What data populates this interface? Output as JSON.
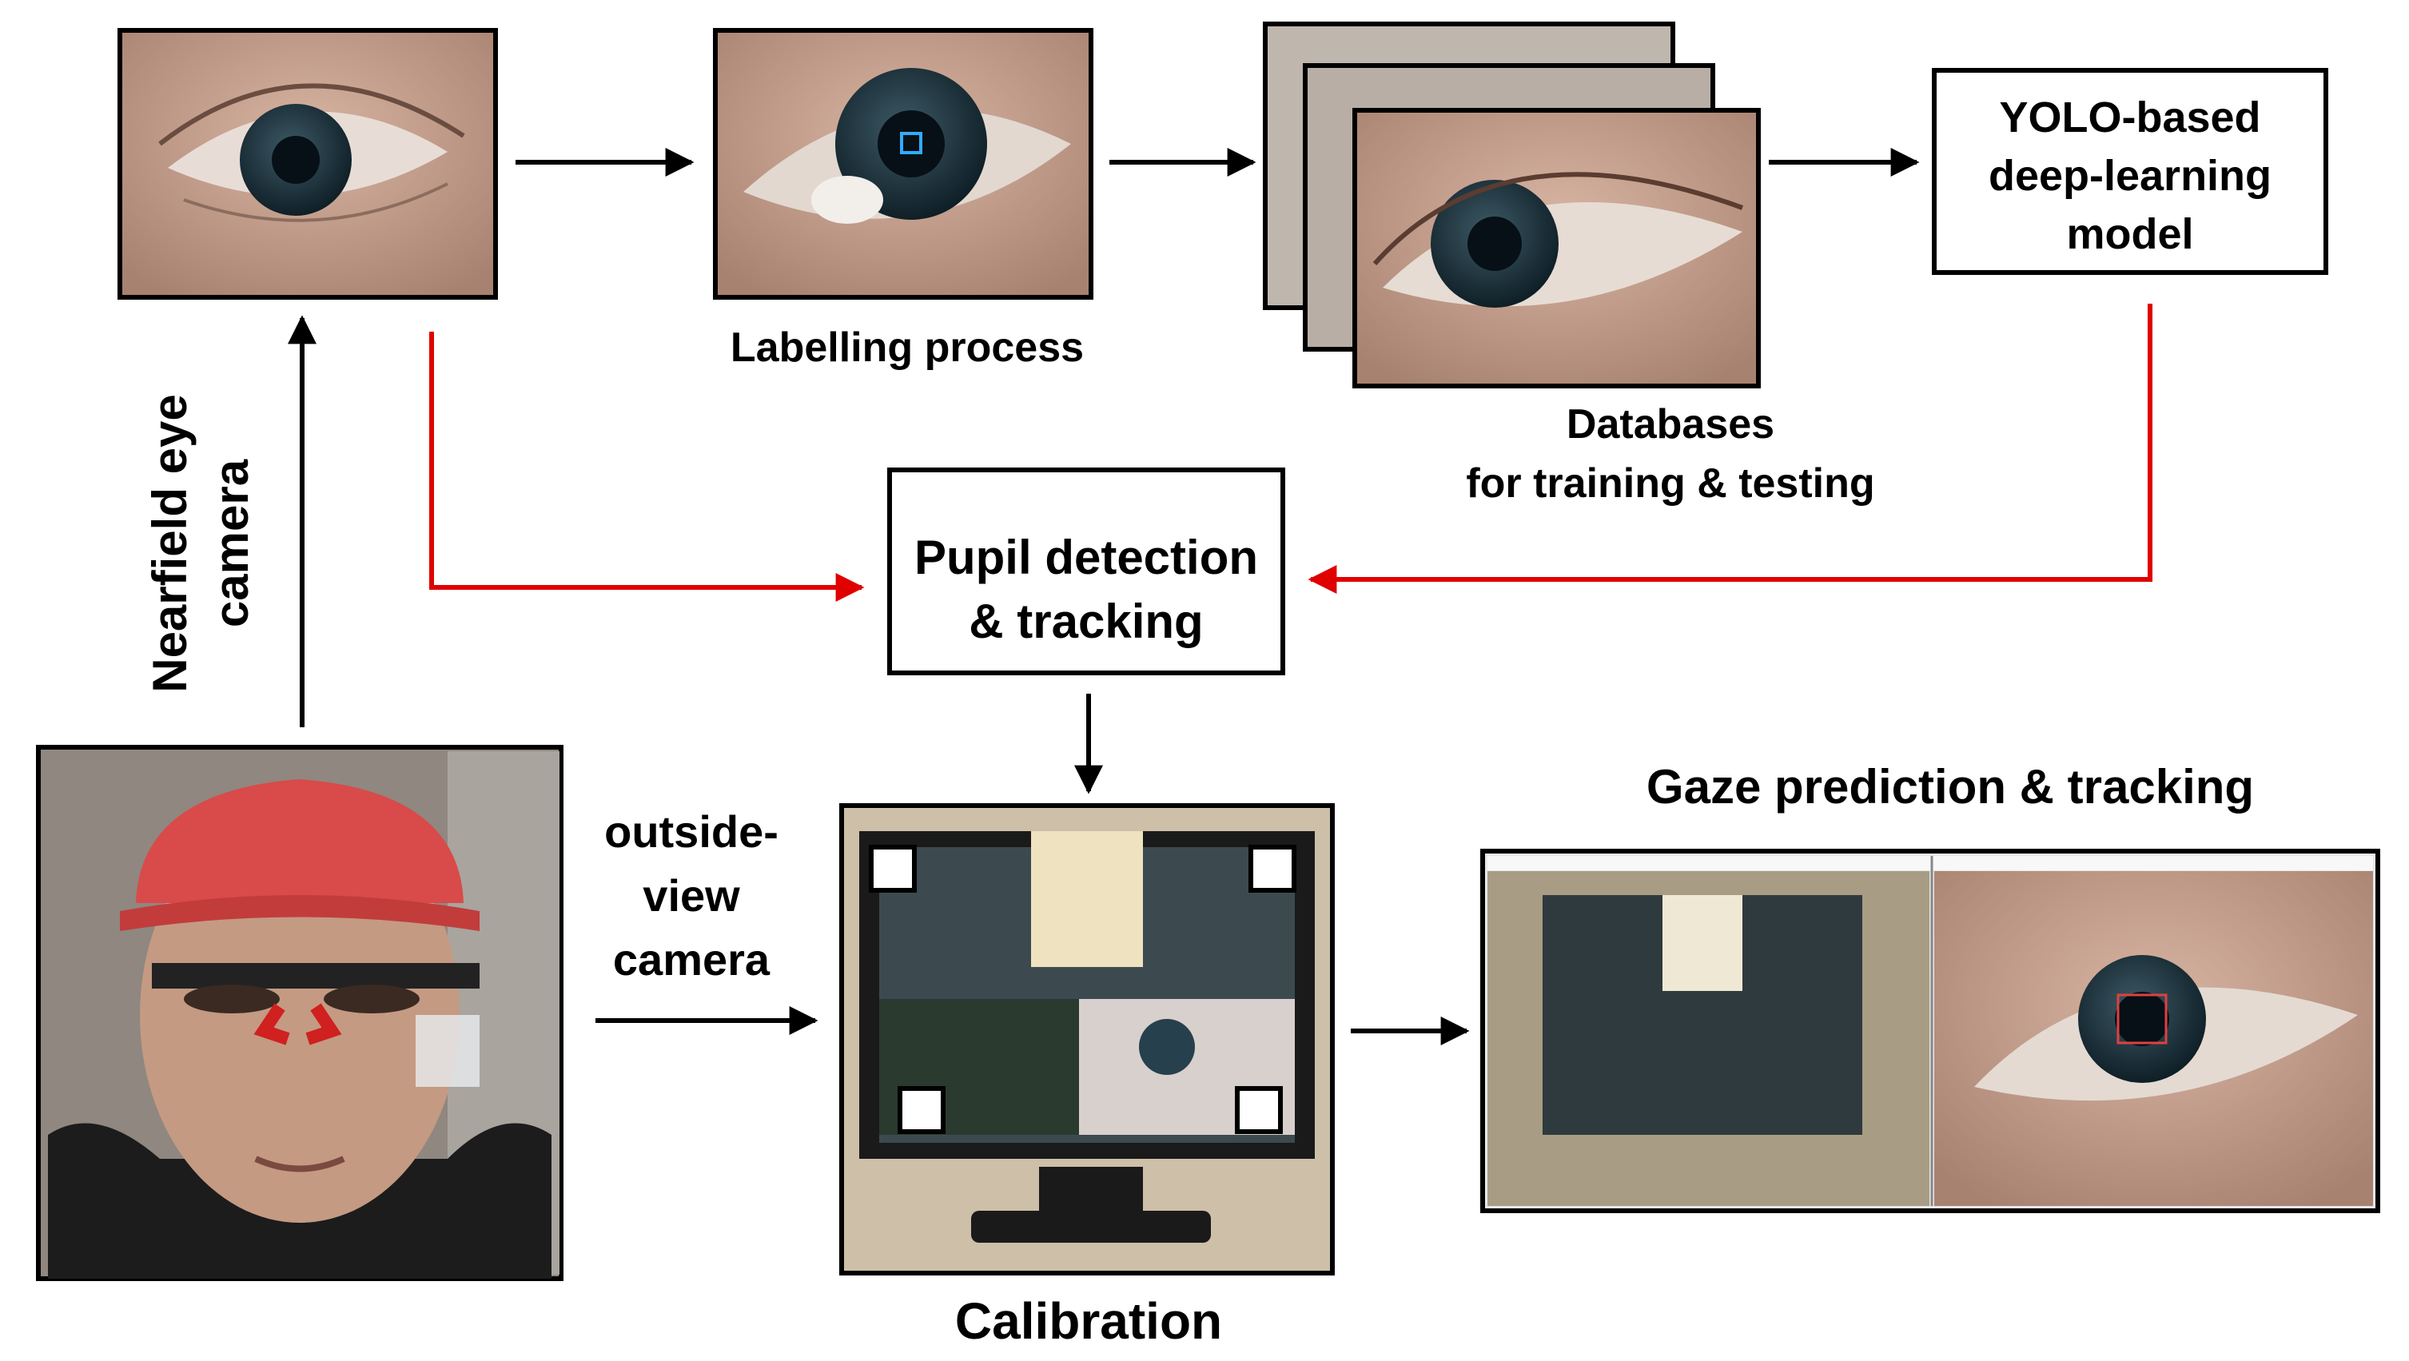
{
  "nodes": {
    "eye_image": {},
    "labelled_image": {
      "caption": "Labelling process"
    },
    "databases": {
      "caption_line1": "Databases",
      "caption_line2": "for training &   testing"
    },
    "yolo_model": {
      "line1": "YOLO-based",
      "line2": "deep-learning",
      "line3": "model"
    },
    "pupil_detection": {
      "line1": "Pupil detection",
      "line2": "& tracking"
    },
    "person_photo": {},
    "calibration": {
      "caption": "Calibration"
    },
    "gaze_prediction": {
      "caption": "Gaze prediction & tracking"
    }
  },
  "edges": {
    "nearfield_label_line1": "Nearfield eye",
    "nearfield_label_line2": "camera",
    "outside_view_line1": "outside-",
    "outside_view_line2": "view",
    "outside_view_line3": "camera"
  },
  "colors": {
    "flow_arrow": "#000000",
    "detection_arrow": "#e00000",
    "skin": "#c9a08c",
    "iris": "#1e3440",
    "cap": "#d94a4a",
    "monitor_screen": "#3c4a50"
  }
}
